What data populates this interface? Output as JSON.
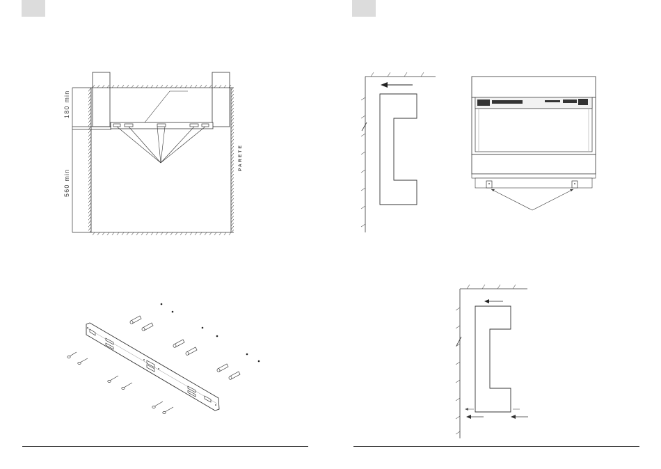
{
  "page_left": {
    "dimension_top": "180 min",
    "dimension_side": "560 min",
    "wall_label": "PARETE"
  }
}
